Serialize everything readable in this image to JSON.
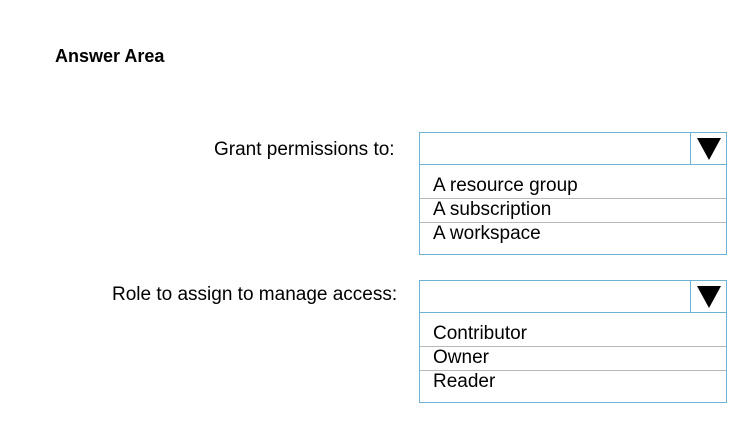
{
  "answer_area": {
    "title": "Answer Area"
  },
  "questions": [
    {
      "label": "Grant permissions to:",
      "arrow_icon": "triangle-down-icon",
      "options": [
        "A resource group",
        "A subscription",
        "A workspace"
      ]
    },
    {
      "label": "Role to assign to manage access:",
      "arrow_icon": "triangle-down-icon",
      "options": [
        "Contributor",
        "Owner",
        "Reader"
      ]
    }
  ],
  "colors": {
    "dropdown_border": "#6fb2d6",
    "option_divider": "#b8b8b8"
  }
}
